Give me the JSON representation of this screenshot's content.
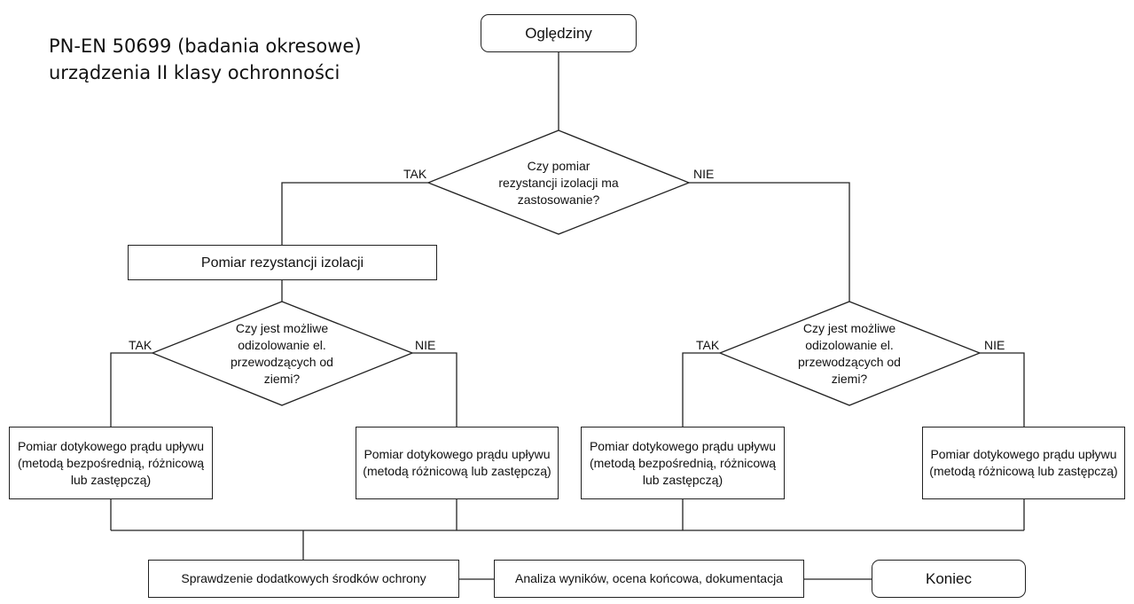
{
  "title": {
    "line1": "PN-EN 50699 (badania okresowe)",
    "line2": "urządzenia II klasy ochronności"
  },
  "nodes": {
    "start": "Oględziny",
    "decision_insulation": "Czy pomiar rezystancji izolacji ma zastosowanie?",
    "insulation_measurement": "Pomiar rezystancji izolacji",
    "decision_isolation_left": "Czy jest możliwe odizolowanie el. przewodzących od ziemi?",
    "decision_isolation_right": "Czy jest możliwe odizolowanie el. przewodzących od ziemi?",
    "leak_direct_left": {
      "line1": "Pomiar dotykowego prądu upływu",
      "line2": "(metodą bezpośrednią, różnicową lub zastępczą)"
    },
    "leak_diff_left": {
      "line1": "Pomiar dotykowego prądu upływu",
      "line2": "(metodą różnicową lub zastępczą)"
    },
    "leak_direct_right": {
      "line1": "Pomiar dotykowego prądu upływu",
      "line2": "(metodą bezpośrednią, różnicową lub zastępczą)"
    },
    "leak_diff_right": {
      "line1": "Pomiar dotykowego prądu upływu",
      "line2": "(metodą różnicową lub zastępczą)"
    },
    "additional_protection": "Sprawdzenie dodatkowych środków ochrony",
    "analysis": "Analiza wyników, ocena końcowa, dokumentacja",
    "end": "Koniec"
  },
  "edge_labels": {
    "top_yes": "TAK",
    "top_no": "NIE",
    "left_yes": "TAK",
    "left_no": "NIE",
    "right_yes": "TAK",
    "right_no": "NIE"
  }
}
